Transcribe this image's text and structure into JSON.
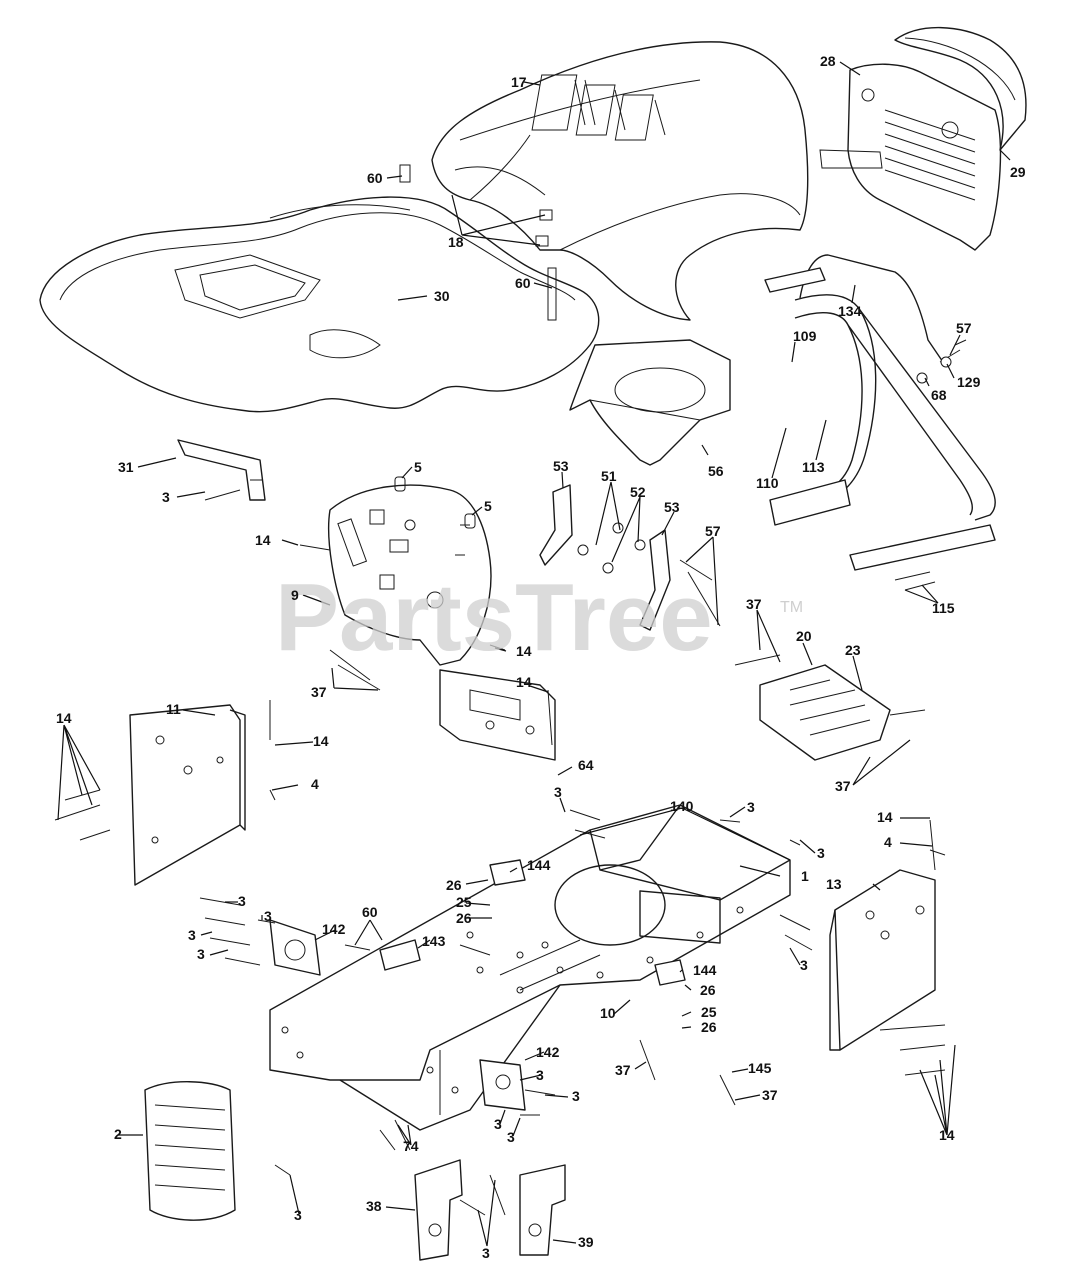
{
  "watermark": {
    "text": "PartsTree",
    "trademark": "TM"
  },
  "callouts": {
    "c17": "17",
    "c28": "28",
    "c29": "29",
    "c60a": "60",
    "c18": "18",
    "c60b": "60",
    "c30": "30",
    "c134": "134",
    "c109": "109",
    "c57a": "57",
    "c129": "129",
    "c68": "68",
    "c31": "31",
    "c3a": "3",
    "c5a": "5",
    "c5b": "5",
    "c53a": "53",
    "c51": "51",
    "c52": "52",
    "c53b": "53",
    "c57b": "57",
    "c56": "56",
    "c110": "110",
    "c113": "113",
    "c14a": "14",
    "c9": "9",
    "c115": "115",
    "c37a": "37",
    "c20": "20",
    "c23": "23",
    "c14b": "14",
    "c37b": "37",
    "c14c": "14",
    "c14d": "14",
    "c11": "11",
    "c14e": "14",
    "c4a": "4",
    "c64": "64",
    "c37c": "37",
    "c3b": "3",
    "c140": "140",
    "c3c": "3",
    "c14f": "14",
    "c4b": "4",
    "c3d": "3",
    "c1": "1",
    "c144a": "144",
    "c26a": "26",
    "c25a": "25",
    "c26b": "26",
    "c13": "13",
    "c3e": "3",
    "c3f": "3",
    "c60c": "60",
    "c142a": "142",
    "c143": "143",
    "c3g": "3",
    "c3h": "3",
    "c3i": "3",
    "c144b": "144",
    "c26c": "26",
    "c10": "10",
    "c25b": "25",
    "c26d": "26",
    "c142b": "142",
    "c3j": "3",
    "c37d": "37",
    "c145": "145",
    "c3k": "3",
    "c37e": "37",
    "c3l": "3",
    "c3m": "3",
    "c2": "2",
    "c74": "74",
    "c14g": "14",
    "c3n": "3",
    "c38": "38",
    "c3o": "3",
    "c39": "39"
  }
}
